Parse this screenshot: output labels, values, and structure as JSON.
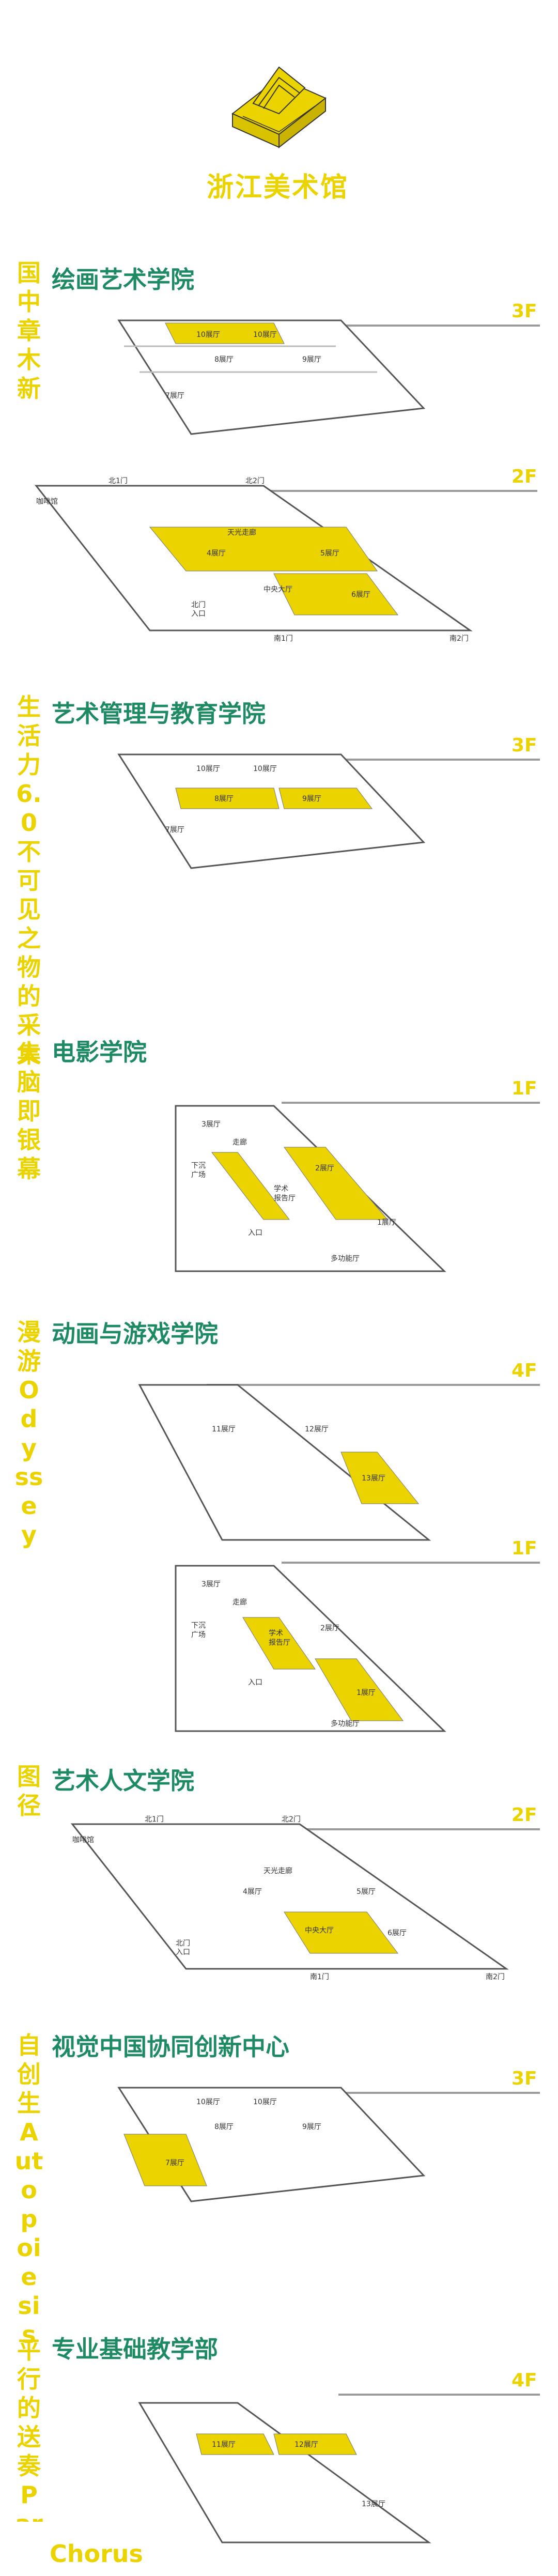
{
  "header": {
    "title": "浙江美术馆"
  },
  "sections": [
    {
      "heading": "绘画艺术学院",
      "side": "国中章木新",
      "floors": [
        {
          "label": "3F",
          "rooms": [
            "10展厅",
            "10展厅",
            "8展厅",
            "9展厅",
            "7展厅"
          ]
        },
        {
          "label": "2F",
          "rooms": [
            "北1门",
            "北2门",
            "咖啡馆",
            "天光走廊",
            "4展厅",
            "5展厅",
            "中央大厅",
            "6展厅",
            "北门\n入口",
            "南1门",
            "南2门"
          ]
        }
      ]
    },
    {
      "heading": "艺术管理与教育学院",
      "side": "生活力6.0 不可见之物的采集",
      "floors": [
        {
          "label": "3F",
          "rooms": [
            "10展厅",
            "10展厅",
            "8展厅",
            "9展厅",
            "7展厅"
          ]
        }
      ]
    },
    {
      "heading": "电影学院",
      "side": "大脑即银幕",
      "floors": [
        {
          "label": "1F",
          "rooms": [
            "3展厅",
            "走廊",
            "下沉\n广场",
            "2展厅",
            "学术\n报告厅",
            "1展厅",
            "入口",
            "多功能厅"
          ]
        }
      ]
    },
    {
      "heading": "动画与游戏学院",
      "side": "漫游Odyssey",
      "floors": [
        {
          "label": "4F",
          "rooms": [
            "11展厅",
            "12展厅",
            "13展厅"
          ]
        },
        {
          "label": "1F",
          "rooms": [
            "3展厅",
            "走廊",
            "下沉\n广场",
            "学术\n报告厅",
            "2展厅",
            "1展厅",
            "入口",
            "多功能厅"
          ]
        }
      ]
    },
    {
      "heading": "艺术人文学院",
      "side": "图径",
      "floors": [
        {
          "label": "2F",
          "rooms": [
            "北1门",
            "北2门",
            "咖啡馆",
            "天光走廊",
            "4展厅",
            "5展厅",
            "中央大厅",
            "6展厅",
            "北门\n入口",
            "南1门",
            "南2门"
          ]
        }
      ]
    },
    {
      "heading": "视觉中国协同创新中心",
      "side": "自创生Autopoiesis",
      "floors": [
        {
          "label": "3F",
          "rooms": [
            "10展厅",
            "10展厅",
            "8展厅",
            "9展厅",
            "7展厅"
          ]
        }
      ]
    },
    {
      "heading": "专业基础教学部",
      "side": "平行的送奏Parallel",
      "floors": [
        {
          "label": "4F",
          "rooms": [
            "11展厅",
            "12展厅",
            "13展厅"
          ]
        }
      ]
    }
  ],
  "footer": {
    "tail": "Chorus"
  },
  "colors": {
    "accent": "#ebd300",
    "heading": "#1d8a63",
    "line": "#9a9a9a"
  }
}
